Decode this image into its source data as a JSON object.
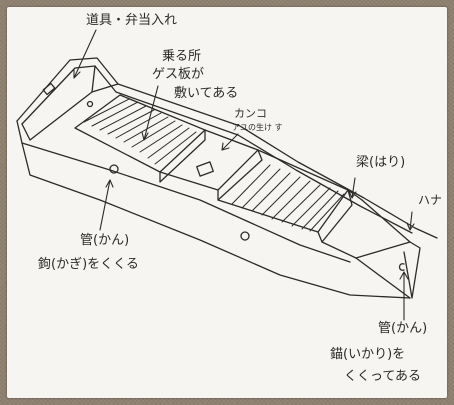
{
  "labels": {
    "tools": "道具・弁当入れ",
    "seat_line1": "乗る所",
    "seat_line2": "ゲス板が",
    "seat_line3": "敷いてある",
    "kanko": "カンコ",
    "kanko_sub": "アユの生け す",
    "beam": "梁(はり)",
    "bow": "ハナ",
    "pipe_left": "管(かん)",
    "hook_left": "鉤(かぎ)をくくる",
    "pipe_right": "管(かん)",
    "anchor_line1": "錨(いかり)を",
    "anchor_line2": "くくってある"
  },
  "colors": {
    "ink": "#2b2b2b",
    "paper": "#f7f5f1",
    "burlap": "#8f8170"
  }
}
